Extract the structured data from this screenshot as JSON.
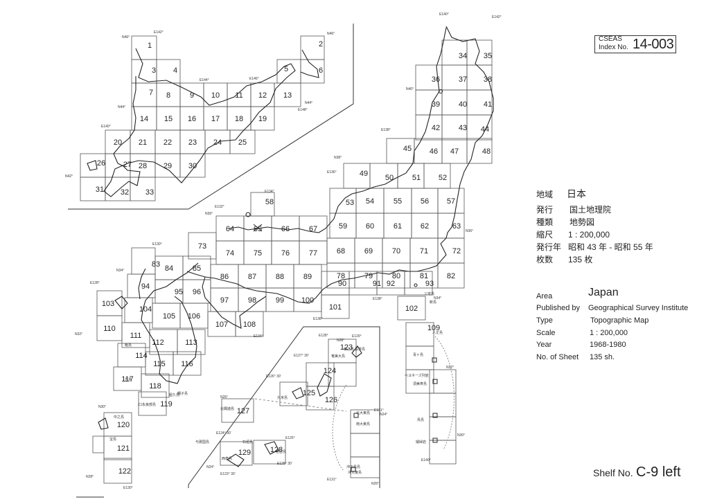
{
  "index": {
    "cseas": "CSEAS",
    "index_label": "Index No.",
    "index_number": "14-003"
  },
  "info_jp": [
    {
      "key": "地域",
      "value": "日本"
    },
    {
      "key": "発行",
      "value": "国土地理院"
    },
    {
      "key": "種類",
      "value": "地勢図"
    },
    {
      "key": "縮尺",
      "value": "1 : 200,000"
    },
    {
      "key": "発行年",
      "value": "昭和 43 年 - 昭和 55 年"
    },
    {
      "key": "枚数",
      "value": "135 枚"
    }
  ],
  "info_en": [
    {
      "key": "Area",
      "value": "Japan"
    },
    {
      "key": "Published by",
      "value": "Geographical Survey Institute"
    },
    {
      "key": "Type",
      "value": "Topographic Map"
    },
    {
      "key": "Scale",
      "value": "1 : 200,000"
    },
    {
      "key": "Year",
      "value": "1968-1980"
    },
    {
      "key": "No. of Sheet",
      "value": "135 sh."
    }
  ],
  "shelf": {
    "label": "Shelf No.",
    "value": "C-9 left"
  },
  "sheet_numbers": [
    "1",
    "2",
    "3",
    "4",
    "5",
    "6",
    "7",
    "8",
    "9",
    "10",
    "11",
    "12",
    "13",
    "14",
    "15",
    "16",
    "17",
    "18",
    "19",
    "20",
    "21",
    "22",
    "23",
    "24",
    "25",
    "26",
    "27",
    "28",
    "29",
    "30",
    "31",
    "32",
    "33",
    "34",
    "35",
    "36",
    "37",
    "38",
    "39",
    "40",
    "41",
    "42",
    "43",
    "44",
    "45",
    "46",
    "47",
    "48",
    "49",
    "50",
    "51",
    "52",
    "53",
    "54",
    "55",
    "56",
    "57",
    "58",
    "59",
    "60",
    "61",
    "62",
    "63",
    "64",
    "65",
    "66",
    "67",
    "68",
    "69",
    "70",
    "71",
    "72",
    "73",
    "74",
    "75",
    "76",
    "77",
    "78",
    "79",
    "80",
    "81",
    "82",
    "83",
    "84",
    "85",
    "86",
    "87",
    "88",
    "89",
    "90",
    "91",
    "92",
    "93",
    "94",
    "95",
    "96",
    "97",
    "98",
    "99",
    "100",
    "101",
    "102",
    "103",
    "104",
    "105",
    "106",
    "107",
    "108",
    "109",
    "110",
    "111",
    "112",
    "113",
    "114",
    "115",
    "116",
    "117",
    "118",
    "119",
    "120",
    "121",
    "122",
    "123",
    "124",
    "125",
    "126",
    "127",
    "128",
    "129"
  ],
  "coord_labels": [
    "N46°",
    "E142°",
    "N46°",
    "E146°",
    "E144°",
    "N44°",
    "E148°",
    "N44°",
    "E140°",
    "N42°",
    "E140°",
    "N40°",
    "E142°",
    "E138°",
    "N38°",
    "E136°",
    "N36°",
    "E134°",
    "E132°",
    "N36°",
    "E130°",
    "N34°",
    "E128°",
    "N34°",
    "N32°",
    "E136°",
    "E138°",
    "E134°",
    "E128°",
    "N28°",
    "E129°",
    "E127° 30'",
    "E126° 30'",
    "E131°",
    "N26°",
    "N30°",
    "N28°",
    "E130°",
    "N26°",
    "E124° 30'",
    "E125°",
    "N24°",
    "E123° 30'",
    "E125° 30'",
    "N32°",
    "N30°",
    "E140°",
    "N24°",
    "E131°"
  ],
  "place_labels": [
    "三宅島",
    "新島",
    "八丈島",
    "青ヶ島",
    "ベヨネーズ列岩",
    "須美寿島",
    "鳥島",
    "嬬婦岩",
    "沖の鳥島",
    "南大東島",
    "北大東島",
    "沖大東島",
    "宮古島",
    "石垣島",
    "西表島",
    "与那国島",
    "尖閣諸島",
    "久米島",
    "奄美大島",
    "徳之島",
    "喜界島",
    "屋久島",
    "口永良部島",
    "中之島",
    "宝島",
    "種子島",
    "甑島",
    "五島"
  ],
  "colors": {
    "line": "#333333",
    "grid": "#555555",
    "dashed": "#888888",
    "text": "#222222"
  }
}
